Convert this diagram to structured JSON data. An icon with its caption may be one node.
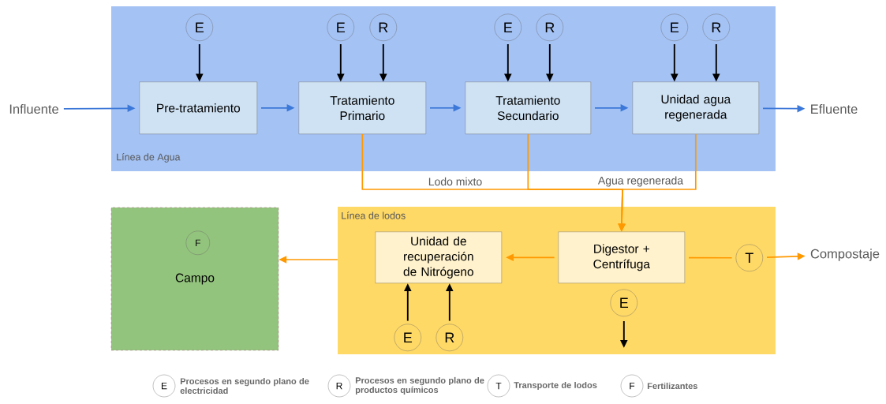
{
  "diagram": {
    "nodes": [
      {
        "text": [
          "Línea de Agua"
        ]
      },
      {
        "text": [
          "Influente"
        ]
      },
      {
        "text": [
          "Pre-tratamiento"
        ],
        "in": 0
      },
      {
        "text": [
          "Tratamiento Primario"
        ],
        "in": 0
      },
      {
        "text": [
          "Tratamiento Secundario"
        ],
        "in": 0
      },
      {
        "text": [
          "Unidad agua regenerada"
        ],
        "in": 0
      },
      {
        "text": [
          "Efluente"
        ]
      },
      {
        "text": [
          "E"
        ],
        "in": 0
      },
      {
        "text": [
          "E"
        ],
        "in": 0
      },
      {
        "text": [
          "R"
        ],
        "in": 0
      },
      {
        "text": [
          "E"
        ],
        "in": 0
      },
      {
        "text": [
          "R"
        ],
        "in": 0
      },
      {
        "text": [
          "E"
        ],
        "in": 0
      },
      {
        "text": [
          "R"
        ],
        "in": 0
      },
      {
        "text": [
          "Línea de lodos"
        ]
      },
      {
        "text": [
          "Campo"
        ]
      },
      {
        "text": [
          "F"
        ],
        "in": 15
      },
      {
        "text": [
          "Unidad de recuperación de Nitrógeno"
        ],
        "in": 14
      },
      {
        "text": [
          "Digestor + Centrífuga"
        ],
        "in": 14
      },
      {
        "text": [
          "T"
        ],
        "in": 14
      },
      {
        "text": [
          "Compostaje"
        ]
      },
      {
        "text": [
          "E"
        ],
        "in": 14
      },
      {
        "text": [
          "E"
        ],
        "in": 14
      },
      {
        "text": [
          "R"
        ],
        "in": 14
      }
    ],
    "edges": [
      {
        "from": 1,
        "to": 2,
        "arrow": "to",
        "color": "#3c78d8"
      },
      {
        "from": 2,
        "to": 3,
        "arrow": "to",
        "color": "#3c78d8"
      },
      {
        "from": 3,
        "to": 4,
        "arrow": "to",
        "color": "#3c78d8"
      },
      {
        "from": 4,
        "to": 5,
        "arrow": "to",
        "color": "#3c78d8"
      },
      {
        "from": 5,
        "to": 6,
        "arrow": "to",
        "color": "#3c78d8"
      },
      {
        "from": 7,
        "to": 2,
        "arrow": "to"
      },
      {
        "from": 8,
        "to": 3,
        "arrow": "to"
      },
      {
        "from": 9,
        "to": 3,
        "arrow": "to"
      },
      {
        "from": 10,
        "to": 4,
        "arrow": "to"
      },
      {
        "from": 11,
        "to": 4,
        "arrow": "to"
      },
      {
        "from": 12,
        "to": 5,
        "arrow": "to"
      },
      {
        "from": 13,
        "to": 5,
        "arrow": "to"
      },
      {
        "from": 3,
        "to": 18,
        "arrow": "to",
        "label": "Lodo mixto",
        "color": "#ff9900"
      },
      {
        "from": 4,
        "to": 18,
        "arrow": "to",
        "color": "#ff9900"
      },
      {
        "from": 5,
        "to": 18,
        "arrow": "to",
        "label": "Agua regenerada",
        "color": "#ff9900"
      },
      {
        "from": 18,
        "to": 17,
        "arrow": "to",
        "color": "#ff9900"
      },
      {
        "from": 14,
        "to": 15,
        "arrow": "to",
        "color": "#ff9900"
      },
      {
        "from": 18,
        "to": 19,
        "arrow": "none",
        "color": "#ff9900"
      },
      {
        "from": 19,
        "to": 20,
        "arrow": "to",
        "color": "#ff9900"
      },
      {
        "from": 22,
        "to": 17,
        "arrow": "to"
      },
      {
        "from": 23,
        "to": 17,
        "arrow": "to"
      },
      {
        "from": 21,
        "to": null,
        "arrow": "to"
      }
    ],
    "labels": [
      "E",
      "R",
      "T",
      "F"
    ],
    "legend": [
      {
        "text": "Procesos en segundo plano de electricidad"
      },
      {
        "text": "Procesos en segundo plano de productos químicos"
      },
      {
        "text": "Transporte de lodos"
      },
      {
        "text": "Fertilizantes"
      }
    ]
  }
}
